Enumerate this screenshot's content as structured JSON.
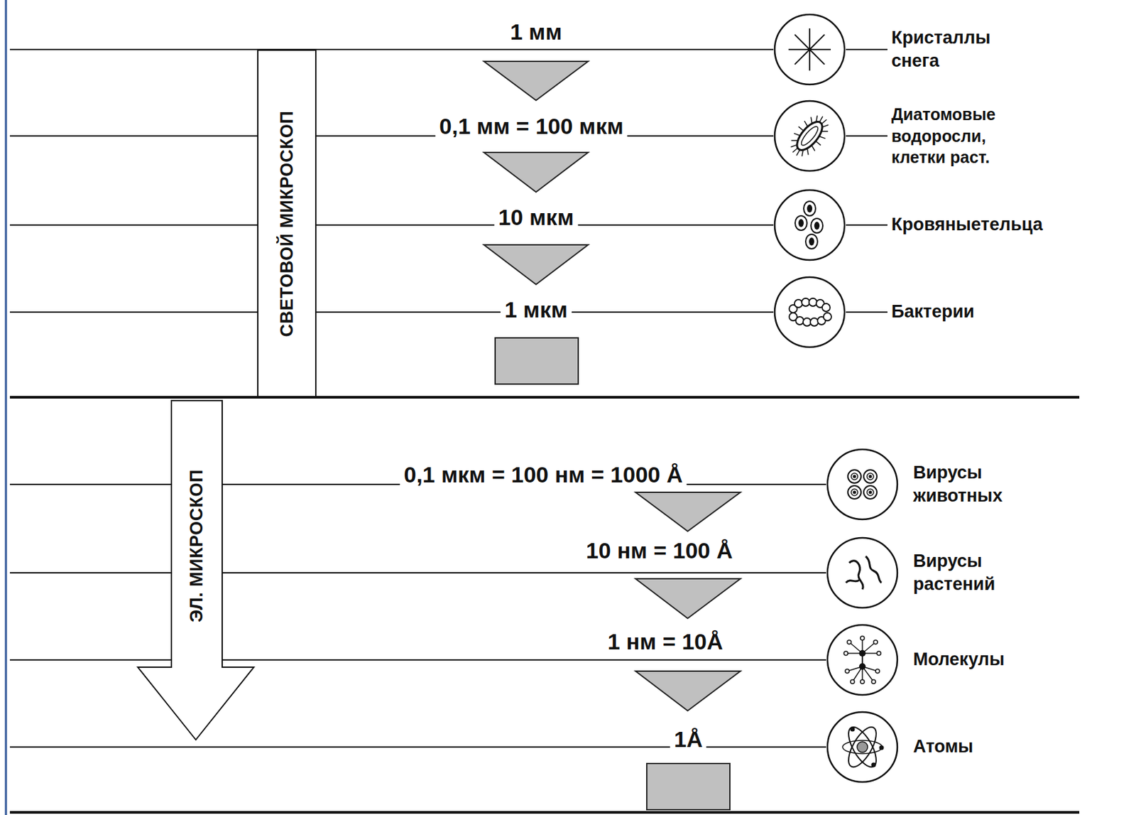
{
  "diagram": {
    "nodes": [
      {
        "text": [
          "СВЕТОВОЙ МИКРОСКОП"
        ]
      },
      {
        "text": [
          "Кристаллы снега"
        ]
      },
      {
        "text": [
          "Диатомовые водоросли, клетки раст."
        ]
      },
      {
        "text": [
          "Кровяныетельца"
        ]
      },
      {
        "text": [
          "Бактерии"
        ]
      },
      {
        "text": [
          "ЭЛ. МИКРОСКОП"
        ]
      },
      {
        "text": [
          "Вирусы животных"
        ]
      },
      {
        "text": [
          "Вирусы растений"
        ]
      },
      {
        "text": [
          "Молекулы"
        ]
      },
      {
        "text": [
          "Атомы"
        ]
      }
    ],
    "labels": [
      "1 мм",
      "0,1 мм = 100 мкм",
      "10 мкм",
      "1 мкм",
      "0,1 мкм = 100 нм = 1000 Å",
      "10 нм = 100 Å",
      "1 нм = 10Å",
      "1Å"
    ]
  }
}
